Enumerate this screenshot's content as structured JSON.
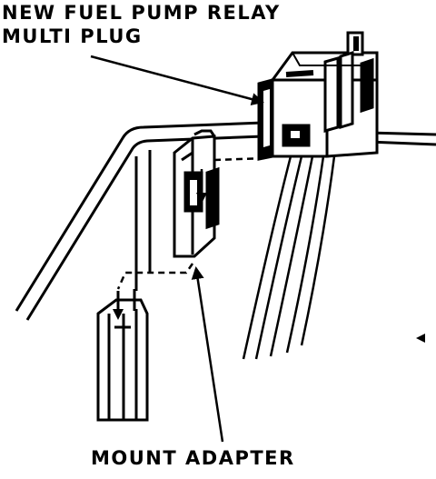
{
  "labels": {
    "relay_line1": "NEW FUEL PUMP RELAY",
    "relay_line2": "MULTI PLUG",
    "adapter": "MOUNT ADAPTER"
  },
  "colors": {
    "ink": "#000000",
    "paper": "#ffffff"
  }
}
